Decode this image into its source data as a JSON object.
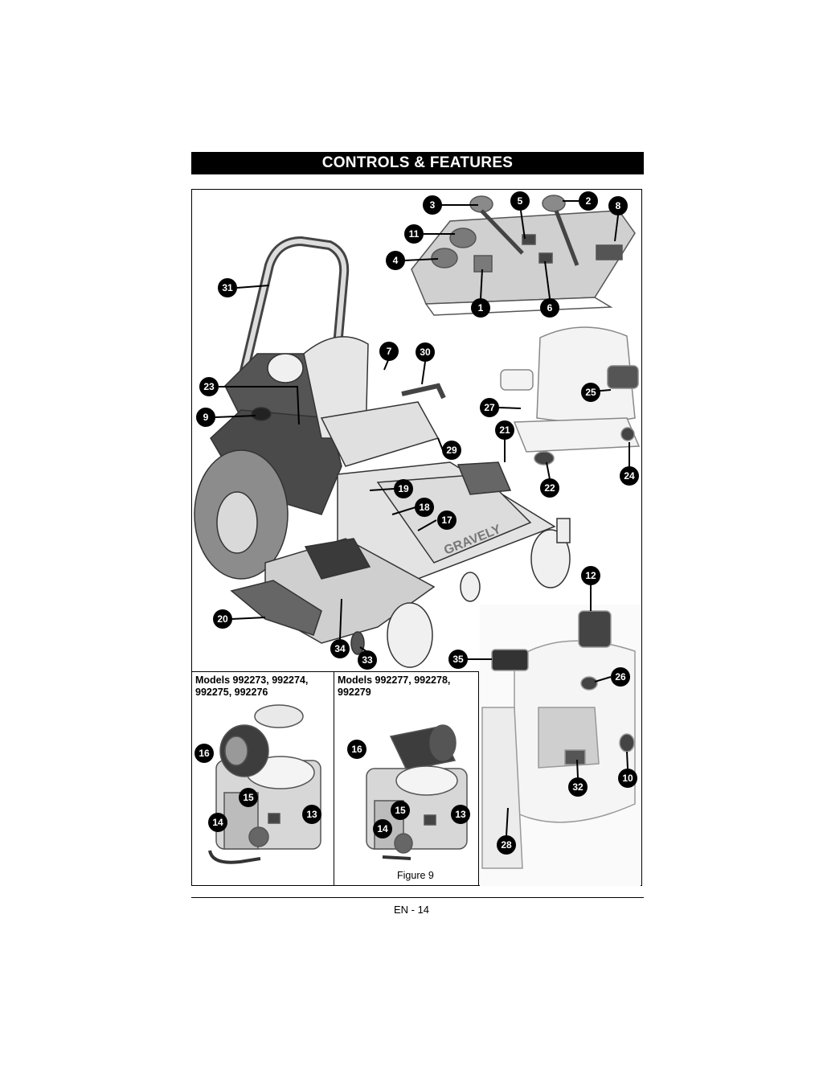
{
  "header": {
    "title": "CONTROLS & FEATURES"
  },
  "figure": {
    "caption": "Figure 9",
    "models_a": "Models 992273, 992274, 992275, 992276",
    "models_b": "Models 992277, 992278, 992279",
    "callouts": [
      "1",
      "2",
      "3",
      "4",
      "5",
      "6",
      "7",
      "8",
      "9",
      "10",
      "11",
      "12",
      "13",
      "14",
      "15",
      "16",
      "17",
      "18",
      "19",
      "20",
      "21",
      "22",
      "23",
      "24",
      "25",
      "26",
      "27",
      "28",
      "29",
      "30",
      "31",
      "32",
      "33",
      "34",
      "35"
    ]
  },
  "footer": {
    "page": "EN - 14"
  },
  "colors": {
    "ink": "#000000",
    "deck": "#bfbfbf",
    "body": "#555555",
    "light": "#d6d6d6"
  }
}
